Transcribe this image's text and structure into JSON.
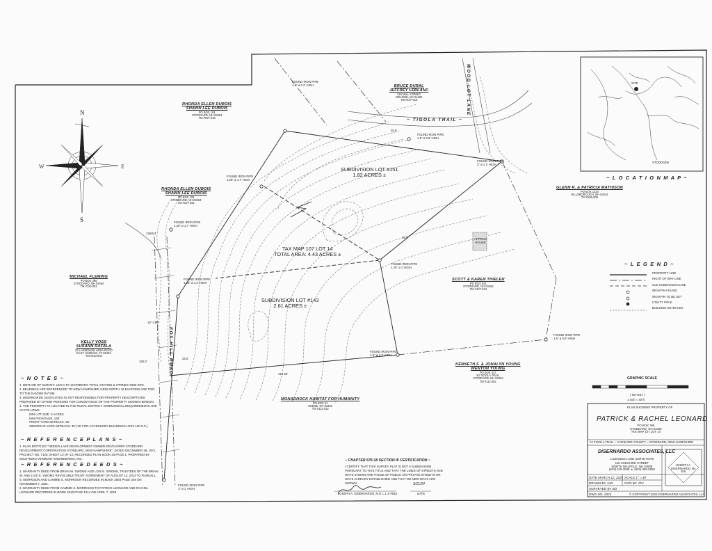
{
  "compass": {
    "n": "N",
    "s": "S",
    "e": "E",
    "w": "W"
  },
  "roads": {
    "tigola": "~ TIGOLA TRAIL ~",
    "wood_lot": "WOOD LOT LANE",
    "fox_hill": "FOX HILL ROAD"
  },
  "owners": [
    {
      "id": "dubois-top",
      "name1": "RHONDA ELLEN DUBOIS",
      "name2": "SHAWN LEE DUBOIS",
      "addr": "PO BOX 104\nSTODDARD, NH 03464\nTM #107-015"
    },
    {
      "id": "leblanc",
      "name1": "BRUCE DURAL",
      "name2": "JEFFREY LEBLANC",
      "addr": "218 MILL STREET\nORANGE, MA 01364\nTM #107-016"
    },
    {
      "id": "dubois-mid",
      "name1": "RHONDA ELLEN DUBOIS",
      "name2": "SHAWN LEE DUBOIS",
      "addr": "PO BOX 104\nSTODDARD, NH 03464\nTM #107-021"
    },
    {
      "id": "mathison",
      "name1": "GLENN R. & PATRICIA MATHISON",
      "name2": "",
      "addr": "PO BOX 1220\nHILLSBOROUGH, NH 03244\nTM #106-005"
    },
    {
      "id": "fleming",
      "name1": "MICHAEL FLEMING",
      "name2": "",
      "addr": "PO BOX 390\nSTODDARD, NH 03464\nTM #110-001"
    },
    {
      "id": "thielen",
      "name1": "SCOTT & KAREN THIELEN",
      "name2": "",
      "addr": "PO BOX 541\nSTODDARD, NH 03464\nTM #107-013"
    },
    {
      "id": "rafala",
      "name1": "KELLY VOSS",
      "name2": "SUSANN RAFALA",
      "addr": "33 LARMOUNE AREA ROAD\nEAST HADDAM, CT 06423\nTM #110-002"
    },
    {
      "id": "young",
      "name1": "KENNETH F. & JONALYN YOUNG",
      "name2": "WENTON YOUNG",
      "addr": "PO BOX 447\n93 TIGOLA TRAIL\nSTODDARD, NH 03464\nTM #111-002"
    },
    {
      "id": "habitat",
      "name1": "MONADNOCK HABITAT FOR HUMANITY",
      "name2": "",
      "addr": "PO BOX 31\nKEENE, NH 03431\nTM #111-013"
    }
  ],
  "lots": {
    "lot151": {
      "line1": "SUBDIVISION LOT #151",
      "line2": "1.82 ACRES ±"
    },
    "lot14": {
      "line1": "TAX MAP 107 LOT 14",
      "line2": "TOTAL AREA: 4.43 ACRES ±"
    },
    "lot143": {
      "line1": "SUBDIVISION LOT #143",
      "line2": "2.61 ACRES ±"
    },
    "house": "APPROX HOUSE"
  },
  "pins": [
    "FOUND IRON PIPE\n1.5\" ø 0.2' HIGH",
    "FOUND IRON PIPE\n1.5\" ø 0.8' HIGH",
    "FOUND IRON PIPE\n3\" ø 1.2' HIGH",
    "FOUND IRON PIPE\n1.25\" ø 1.7' HIGH",
    "FOUND IRON PIPE\n1.25\" ø 1.7' HIGH",
    "FOUND IRON PIPE\n1.25\" ø 1.2' HIGH",
    "FOUND IRON PIPE\n1.25\" ø 1' HIGH",
    "FOUND IRON PIPE\n1.5\" ø 1.7' HIGH",
    "FOUND IRON PIPE\n1.5\" ø 0.6' HIGH",
    "FOUND IRON PIPE\n1\" ø 1' HIGH"
  ],
  "dims": {
    "d1": "35.5'",
    "d2": "25.0'",
    "d3": "25.0'",
    "d4": "18\" CMP",
    "d5": "413.58'",
    "d6": "125.0'",
    "d7": "125/5/3"
  },
  "location_map": {
    "title": "~ L O C A T I O N   M A P ~",
    "town": "STODDARD",
    "site": "SITE"
  },
  "legend": {
    "title": "~ L E G E N D ~",
    "items": [
      "PROPERTY LINE",
      "RIGHT OF WAY LINE",
      "OLD SUBDIVISION LINE",
      "IRON PIN FOUND",
      "IRON PIN TO BE SET",
      "UTILITY POLE",
      "BUILDING SETBACKS"
    ]
  },
  "graphic_scale": {
    "title": "GRAPHIC SCALE",
    "unit": "( IN FEET )",
    "ratio": "1 inch = 40 ft."
  },
  "notes": {
    "title": "~ N O T E S ~",
    "items": [
      "1. METHOD OF SURVEY: LEICA TS 16 ROBOTIC TOTAL STATION & STONEX S900 GPS.",
      "2. BEARINGS ARE REFERENCED TO NEW HAMPSHIRE GRID NORTH. ELEVATIONS ARE TIED TO THE NAVD88 DATUM.",
      "3. DISERNARDO ASSOCIATES IS NOT RESPONSIBLE FOR PROPERTY DESCRIPTIONS PREPARED BY OTHER PERSONS FOR CONVEYANCE OF THE PROPERTY SHOWN HEREON.",
      "4. THE PROPERTY IS LOCATED IN THE RURAL DISTRICT. DIMENSIONAL REQUIREMENTS ARE AS FOLLOWS:",
      "MIN LOT SIZE: 3 ACRES",
      "MIN FRONTAGE: 150'",
      "FRONT YARD SETBACK: 30'",
      "SIDE/REAR YARD SETBACK: 35' (15' FOR ACCESSORY BUILDINGS LESS 160 S.F.)"
    ]
  },
  "ref_plans": {
    "title": "~ R E F E R E N C E   P L A N S ~",
    "items": [
      "1. PLAN ENTITLED \"HIDDEN LAKE DEVELOPMENT OWNER-DEVELOPER STODDARD DEVELOPMENT CORPORATION STODDARD, NEW HAMPSHIRE\", DATED DECEMBER 28, 1971, PROJECT NO. 7125, SHEET 13 OF 13, RECORDED PLAN BOOK 33 PAGE 1, PREPARED BY SOUTHERN VERMONT ENGINEERING, INC."
    ]
  },
  "ref_deeds": {
    "title": "~ R E F E R E N C E   D E E D S ~",
    "items": [
      "1. WARRANTY DEED FROM BRIAN W. SWOMS AND LOIS E. SWOMS, TRUSTEES OF THE BRIAN W. AND LOIS E. SWOMS REVOCABLE TRUST AGREEMENT OF AUGUST 13, 2013 TO RANDALL S. MORRISON AND CAMMIE S. MORRISON RECORDED IN BOOK 3083 PAGE 349 ON NOVEMBER 7, 2021.",
      "2. WARRANTY DEED FROM CAMMIE S. MORRISON TO PATRICK LEONARD AND RACHEL LEONARD RECORDED IN BOOK 3240 PAGE 1214 ON APRIL 7, 2023."
    ]
  },
  "certification": {
    "title": "~ CHAPTER 676:18 SECTION III  CERTIFICATION ~",
    "text": "I CERTIFY THAT THIS SURVEY PLAT IS NOT A SUBDIVISION PURSUANT TO THIS TITLE AND THAT THE LINES OF STREETS AND WAYS SHOWN ARE THOSE OF PUBLIC OR PRIVATE STREETS OR WAYS ALREADY ESTABLISHED AND THAT NO NEW WAYS ARE SHOWN.",
    "signer": "JOSEPH A. DISERNARDO, N.H. L.L.S #916",
    "date": "3/11/24",
    "date_label": "DATE"
  },
  "title_block": {
    "plan_showing": "PLAN SHOWING PROPERTY OF",
    "owner": "PATRICK & RACHEL LEONARD",
    "owner_addr1": "PO BOX 796",
    "owner_addr2": "STODDARD, NH 03464",
    "owner_addr3": "TAX MAP 107 LOT 14",
    "location": "74 TIGOLA TRAIL ~ CHESHIRE COUNTY ~ STODDARD, NEW HAMPSHIRE",
    "firm": "DiSERNARDO ASSOCIATES, LLC",
    "firm_sub": "LICENSED LAND SURVEYORS",
    "firm_addr": "115 CHESHIRE STREET\nNORTH WALPOLE, NH 03609\n(603) 445-3535  ♦  (603) 355-0608",
    "date_label": "DATE",
    "date": "MARCH 12, 2024",
    "scale_label": "SCALE",
    "scale": "1\" = 40'",
    "drawn_label": "DRAWN BY",
    "drawn": "JAD",
    "ckd_label": "CK'D BY",
    "ckd": "JTH",
    "surveyed_label": "SURVEYED BY",
    "surveyed": "BD",
    "dwg_label": "DWG NO.",
    "dwg": "2023",
    "copyright": "© COPYRIGHT 2024 DiSERNARDO ASSOCIATES, LLC",
    "seal": "JOSEPH A. DISERNARDO No. 916"
  },
  "colors": {
    "ink": "#2a2a2a",
    "contour": "#555555",
    "paper": "#fbfbfb"
  }
}
